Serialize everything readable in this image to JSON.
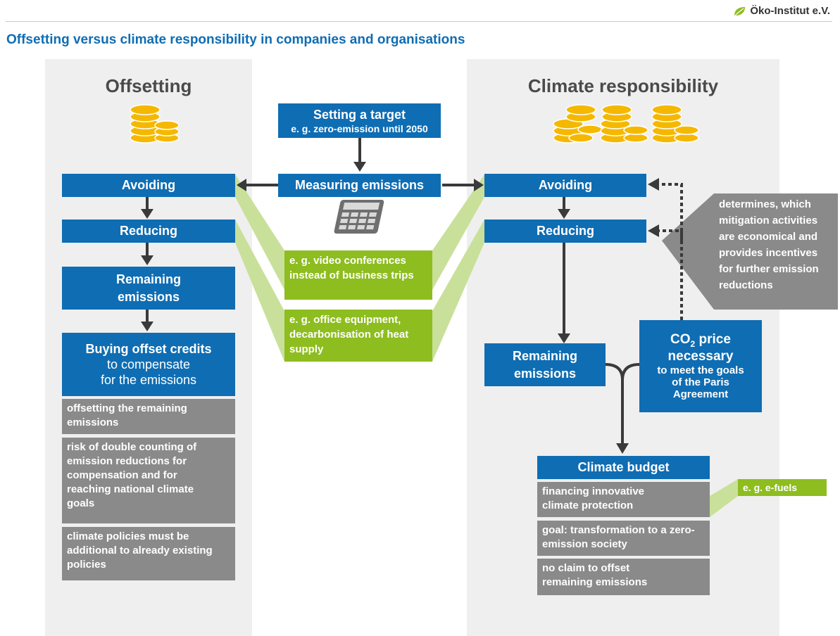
{
  "header": {
    "logo_text": "Öko-Institut e.V.",
    "title": "Offsetting versus climate responsibility in companies and organisations"
  },
  "left": {
    "heading": "Offsetting",
    "avoiding": "Avoiding",
    "reducing": "Reducing",
    "remaining": [
      "Remaining",
      "emissions"
    ],
    "buying": [
      "Buying offset credits",
      "to compensate",
      "for the emissions"
    ],
    "notes": [
      "offsetting the remaining emissions",
      "risk of double counting of emission reductions for compensation and for reaching national climate goals",
      "climate policies must be additional to already existing policies"
    ]
  },
  "center": {
    "target": "Setting a target",
    "target_sub": "e. g. zero-emission until 2050",
    "measuring": "Measuring emissions",
    "example1": "e. g. video conferences instead of business trips",
    "example2": "e. g. office equipment, decarbonisation of heat supply"
  },
  "right": {
    "heading": "Climate responsibility",
    "avoiding": "Avoiding",
    "reducing": "Reducing",
    "remaining": [
      "Remaining",
      "emissions"
    ],
    "co2_main": "CO",
    "co2_sub": "2",
    "co2_rest": " price",
    "co2_line2": "necessary",
    "co2_detail": [
      "to meet the goals",
      "of the Paris",
      "Agreement"
    ],
    "determines": "determines, which mitigation activities are economical and provides incentives for further emission reductions",
    "budget": "Climate budget",
    "budget_notes": [
      "financing innovative climate protection",
      "goal: transformation to a zero-emission society",
      "no claim to offset remaining emissions"
    ],
    "efuels": "e. g. e-fuels"
  },
  "colors": {
    "blue": "#0f6db3",
    "gray": "#8a8a8a",
    "green": "#8dbd1f",
    "panel": "#efefef",
    "coin": "#f5b800"
  },
  "icons": [
    "leaf-icon",
    "coin-stack-icon",
    "calculator-icon"
  ]
}
